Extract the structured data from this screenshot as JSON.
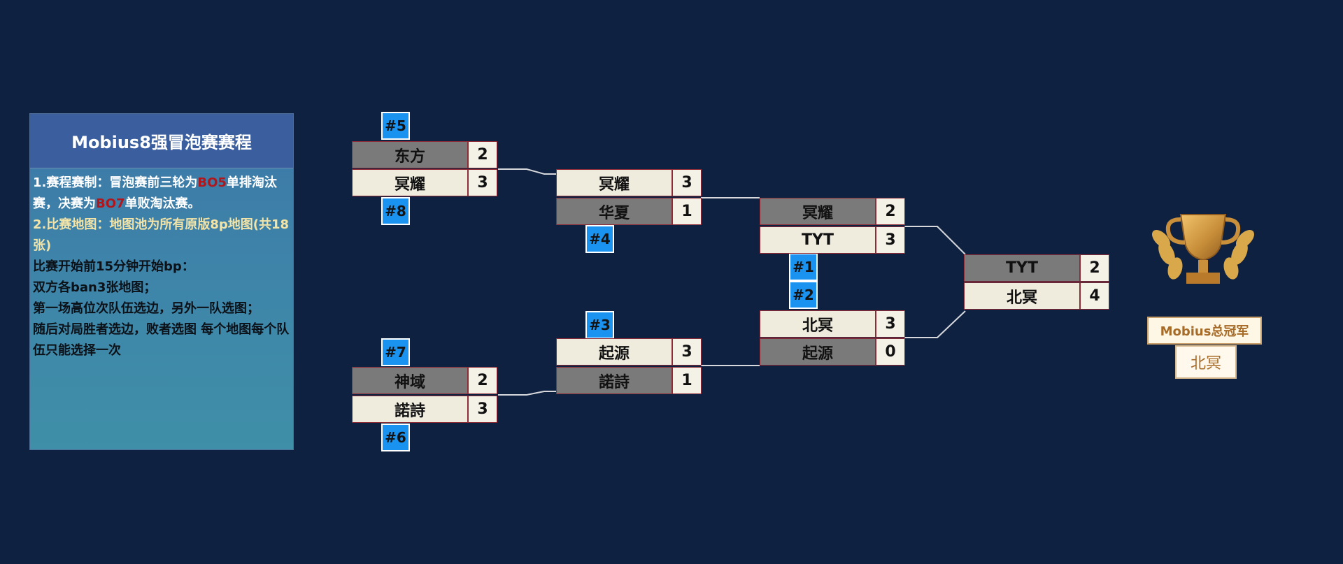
{
  "panel": {
    "title": "Mobius8强冒泡赛赛程",
    "rule1_prefix": "1.赛程赛制：冒泡赛前三轮为",
    "rule1_bo5": "BO5",
    "rule1_mid": "单排淘汰赛，决赛为",
    "rule1_bo7": "BO7",
    "rule1_suffix": "单败淘汰赛。",
    "rule2": "2.比赛地图：地图池为所有原版8p地图(共18张)",
    "line3": "比赛开始前15分钟开始bp：",
    "line4": "双方各ban3张地图；",
    "line5": "第一场高位次队伍选边，另外一队选图；",
    "line6": "随后对局胜者选边，败者选图 每个地图每个队伍只能选择一次"
  },
  "seeds": {
    "s5": "#5",
    "s8": "#8",
    "s4": "#4",
    "s1": "#1",
    "s2": "#2",
    "s3": "#3",
    "s7": "#7",
    "s6": "#6"
  },
  "matches": {
    "r1_top": {
      "team1": "东方",
      "score1": "2",
      "team2": "冥耀",
      "score2": "3"
    },
    "r2_top": {
      "team1": "冥耀",
      "score1": "3",
      "team2": "华夏",
      "score2": "1"
    },
    "r3_top": {
      "team1": "冥耀",
      "score1": "2",
      "team2": "TYT",
      "score2": "3"
    },
    "r1_bottom": {
      "team1": "神域",
      "score1": "2",
      "team2": "諾詩",
      "score2": "3"
    },
    "r2_bottom": {
      "team1": "起源",
      "score1": "3",
      "team2": "諾詩",
      "score2": "1"
    },
    "r3_bottom": {
      "team1": "北冥",
      "score1": "3",
      "team2": "起源",
      "score2": "0"
    },
    "final": {
      "team1": "TYT",
      "score1": "2",
      "team2": "北冥",
      "score2": "4"
    }
  },
  "champion": {
    "label": "Mobius总冠军",
    "name": "北冥"
  },
  "colors": {
    "background": "#0f2140",
    "seed": "#1992f0",
    "panel_title": "#3b5f9e",
    "highlight_red": "#b2161b",
    "highlight_yellow": "#f2e4a8",
    "trophy_gold": "#c98f3a"
  }
}
